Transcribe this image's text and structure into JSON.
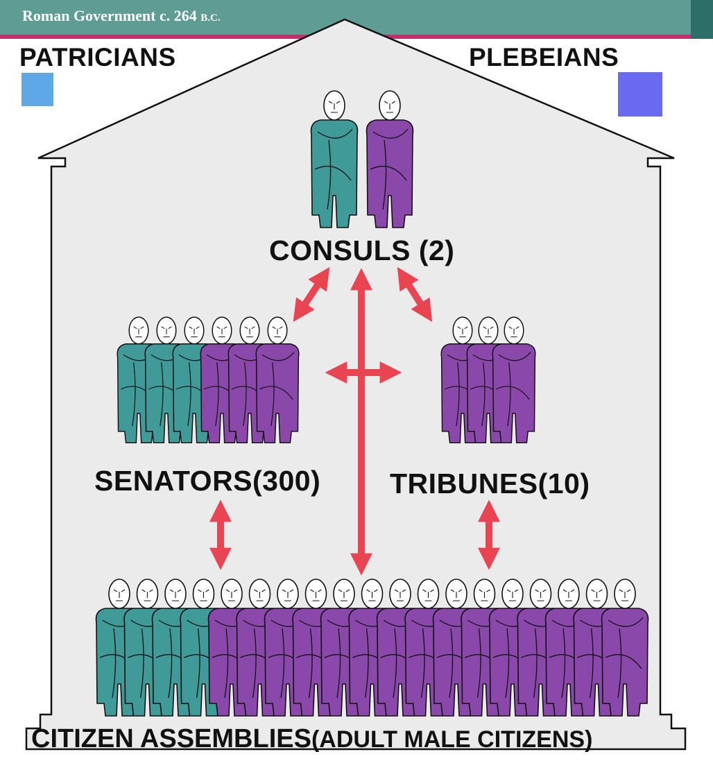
{
  "title": {
    "main": "Roman Government c. 264",
    "suffix": "B.C."
  },
  "legend": [
    {
      "label": "PATRICIANS",
      "color": "#5fa8e8"
    },
    {
      "label": "PLEBEIANS",
      "color": "#6a6af0"
    }
  ],
  "colors": {
    "patrician_robe": "#3f9a98",
    "plebeian_robe": "#8a49aa",
    "arrow": "#e84452",
    "building_fill": "#ecebeb",
    "title_bar": "#5f9c93",
    "title_bar_stripe": "#c0306a"
  },
  "groups": [
    {
      "id": "consuls",
      "label": "CONSULS (2)",
      "patricians": 1,
      "plebeians": 1
    },
    {
      "id": "senators",
      "label": "SENATORS(300)",
      "patricians": 3,
      "plebeians": 3
    },
    {
      "id": "tribunes",
      "label": "TRIBUNES(10)",
      "patricians": 0,
      "plebeians": 3
    },
    {
      "id": "assemblies",
      "label": "CITIZEN ASSEMBLIES",
      "label_sub": "(ADULT MALE CITIZENS)",
      "patricians": 4,
      "plebeians": 15
    }
  ],
  "connections": [
    {
      "from": "consuls",
      "to": "senators"
    },
    {
      "from": "consuls",
      "to": "tribunes"
    },
    {
      "from": "consuls",
      "to": "assemblies"
    },
    {
      "from": "senators",
      "to": "tribunes"
    },
    {
      "from": "senators",
      "to": "assemblies"
    },
    {
      "from": "tribunes",
      "to": "assemblies"
    }
  ]
}
